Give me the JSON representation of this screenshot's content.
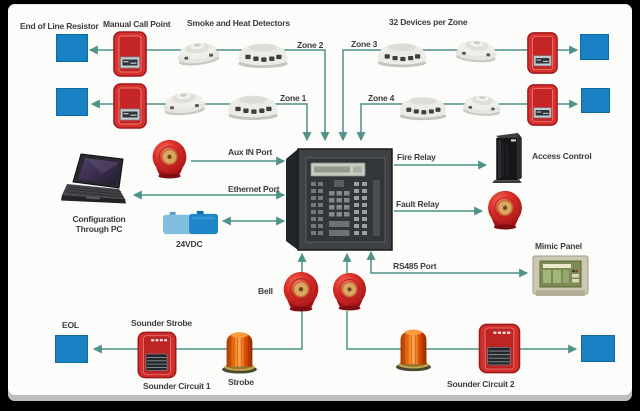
{
  "labels": {
    "end_of_line_resistor": "End of Line Resistor",
    "manual_call_point": "Manual Call Point",
    "smoke_and_heat_detectors": "Smoke and Heat Detectors",
    "devices_per_zone": "32 Devices per Zone",
    "zone_1": "Zone 1",
    "zone_2": "Zone 2",
    "zone_3": "Zone 3",
    "zone_4": "Zone 4",
    "aux_in_port": "Aux IN Port",
    "ethernet_port": "Ethernet Port",
    "configuration_through_pc": "Configuration\nThrough PC",
    "dc_supply": "24VDC",
    "fire_relay": "Fire Relay",
    "fault_relay": "Fault Relay",
    "access_control": "Access Control",
    "rs485_port": "RS485 Port",
    "mimic_panel": "Mimic Panel",
    "bell": "Bell",
    "eol": "EOL",
    "sounder_strobe": "Sounder Strobe",
    "sounder_circuit_1": "Sounder Circuit 1",
    "strobe": "Strobe",
    "sounder_circuit_2": "Sounder Circuit 2"
  },
  "colors": {
    "wire_teal": "#4f9289",
    "eol_blue": "#1a80c4",
    "alarm_red": "#d2302e",
    "strobe_orange": "#f07818",
    "panel_charcoal": "#3c4043",
    "mimic_olive": "#7d8c55",
    "battery_light_blue": "#82bede",
    "battery_dark_blue": "#1d85c8",
    "label_text": "#3d3d3d",
    "frame": "#000000"
  },
  "connections": [
    {
      "from": "Zone 1 detector loop",
      "to": "Fire alarm control panel",
      "label": "Zone 1"
    },
    {
      "from": "Zone 2 detector loop",
      "to": "Fire alarm control panel",
      "label": "Zone 2"
    },
    {
      "from": "Zone 3 detector loop",
      "to": "Fire alarm control panel",
      "label": "Zone 3"
    },
    {
      "from": "Zone 4 detector loop",
      "to": "Fire alarm control panel",
      "label": "Zone 4"
    },
    {
      "from": "Bell",
      "to": "Fire alarm control panel",
      "label": "Aux IN Port"
    },
    {
      "from": "Configuration PC",
      "to": "Fire alarm control panel",
      "label": "Ethernet Port",
      "bidirectional": true
    },
    {
      "from": "24VDC supply",
      "to": "Fire alarm control panel",
      "bidirectional": true
    },
    {
      "from": "Fire alarm control panel",
      "to": "Access Control",
      "label": "Fire Relay"
    },
    {
      "from": "Fire alarm control panel",
      "to": "Bell",
      "label": "Fault Relay"
    },
    {
      "from": "Fire alarm control panel",
      "to": "Mimic Panel",
      "label": "RS485 Port",
      "bidirectional": true
    },
    {
      "from": "Fire alarm control panel",
      "to": "Sounder Circuit 1 (Bell, Strobe, Sounder Strobe, EOL)"
    },
    {
      "from": "Fire alarm control panel",
      "to": "Sounder Circuit 2 (Bell, Strobe, Sounder Strobe, EOL)"
    }
  ]
}
